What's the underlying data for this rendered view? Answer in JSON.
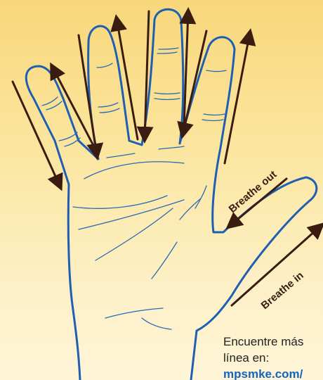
{
  "labels": {
    "breathe_out": "Breathe out",
    "breathe_in": "Breathe in"
  },
  "footer": {
    "line1": "Encuentre más",
    "line2": "línea en:",
    "link": "mpsmke.com/"
  },
  "colors": {
    "background_top": "#f8d77a",
    "background_bottom": "#fef5d8",
    "hand_outline": "#1f5fb3",
    "crease_lines": "#2a6ab8",
    "arrows": "#3a1d10",
    "link": "#1565c0"
  }
}
